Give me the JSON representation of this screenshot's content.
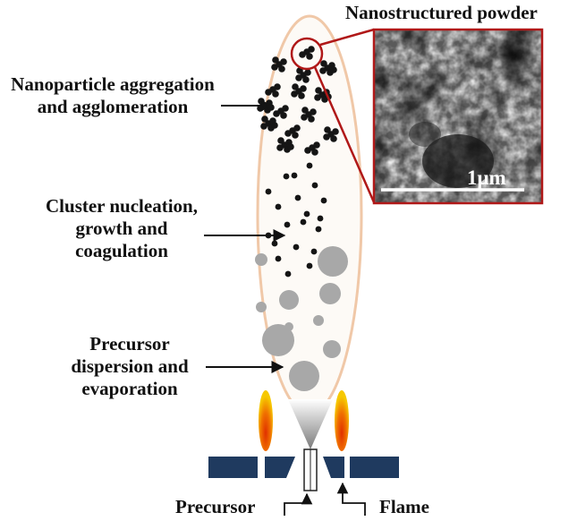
{
  "labels": {
    "powder": "Nanostructured powder",
    "aggregation": [
      "Nanoparticle aggregation",
      "and agglomeration"
    ],
    "nucleation": [
      "Cluster nucleation,",
      "growth and",
      "coagulation"
    ],
    "dispersion": [
      "Precursor",
      "dispersion and",
      "evaporation"
    ],
    "precursor": "Precursor",
    "flame": "Flame"
  },
  "inset": {
    "scale_bar": "1μm"
  },
  "colors": {
    "flame_outline": "#f0c8a8",
    "inset_frame": "#b01818",
    "droplet": "#a8a8a8",
    "particle": "#151515",
    "burner": "#1f3a5f",
    "cone": "#8c8c8c",
    "flame_jet_core": "#e03000",
    "flame_jet_outer": "#f6c800"
  }
}
